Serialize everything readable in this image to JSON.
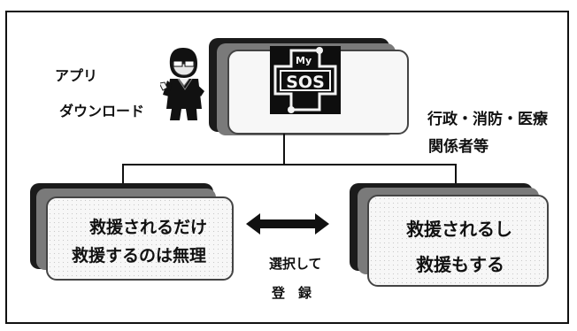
{
  "diagram": {
    "top_left_label_line1": "アプリ",
    "top_left_label_line2": "ダウンロード",
    "right_label_line1": "行政・消防・医療",
    "right_label_line2": "関係者等",
    "app_logo": {
      "small_text": "My",
      "main_text": "SOS"
    },
    "left_box": {
      "line1": "救援されるだけ",
      "line2": "救援するのは無理"
    },
    "right_box": {
      "line1": "救援されるし",
      "line2": "救援もする"
    },
    "choice_text_line1": "選択して",
    "choice_text_line2": "登　録"
  }
}
